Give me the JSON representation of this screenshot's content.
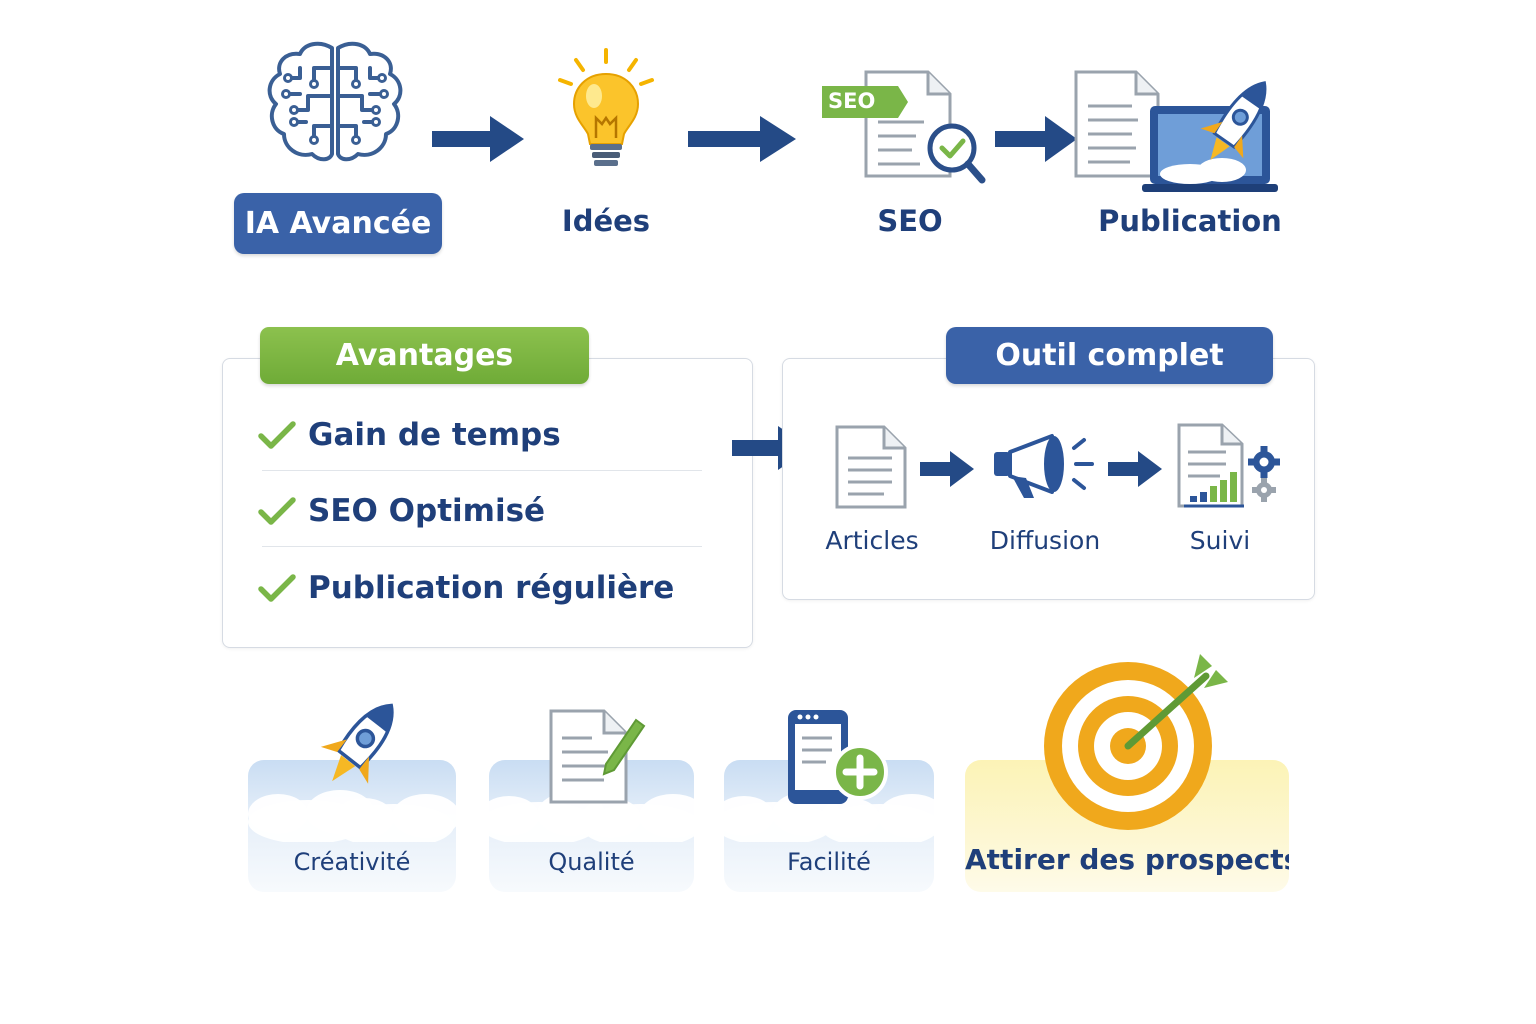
{
  "workflow": {
    "steps": [
      {
        "label": "IA Avancée",
        "icon": "brain-icon"
      },
      {
        "label": "Idées",
        "icon": "lightbulb-icon"
      },
      {
        "label": "SEO",
        "icon": "seo-document-icon",
        "tag": "SEO"
      },
      {
        "label": "Publication",
        "icon": "rocket-laptop-icon"
      }
    ]
  },
  "advantages": {
    "title": "Avantages",
    "items": [
      "Gain de temps",
      "SEO Optimisé",
      "Publication régulière"
    ]
  },
  "tool": {
    "title": "Outil complet",
    "steps": [
      {
        "label": "Articles",
        "icon": "article-icon"
      },
      {
        "label": "Diffusion",
        "icon": "megaphone-icon"
      },
      {
        "label": "Suivi",
        "icon": "analytics-report-icon"
      }
    ]
  },
  "benefits": [
    {
      "label": "Créativité",
      "icon": "rocket-icon"
    },
    {
      "label": "Qualité",
      "icon": "document-pen-icon"
    },
    {
      "label": "Facilité",
      "icon": "mobile-add-icon"
    },
    {
      "label": "Attirer des prospects",
      "icon": "target-icon"
    }
  ],
  "colors": {
    "navy": "#1f3f7a",
    "blue": "#3a62a8",
    "green": "#7ab648",
    "gold": "#f0a81c"
  }
}
